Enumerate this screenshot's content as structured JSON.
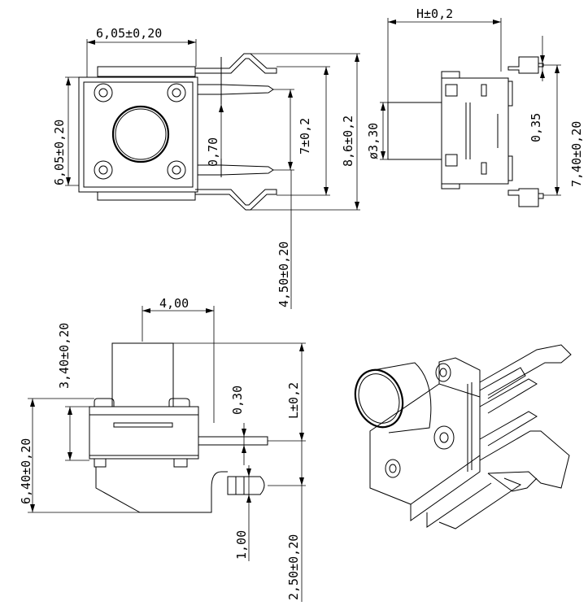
{
  "dimensions": {
    "top_width": "6,05±0,20",
    "top_height": "6,05±0,20",
    "pin_gap": "0,70",
    "pin_pitch": "7±0,2",
    "overall_length": "8,6±0,2",
    "pin_offset": "4,50±0,20",
    "side_h": "H±0,2",
    "plunger_dia": "ø3,30",
    "side_pin_thickness": "0,35",
    "side_body_height": "7,40±0,20",
    "front_offset": "4,00",
    "front_plunger_height": "3,40±0,20",
    "front_body_height": "6,40±0,20",
    "front_pin_thickness": "0,30",
    "front_l": "L±0,2",
    "front_pin_width": "1,00",
    "front_bottom": "2,50±0,20"
  }
}
